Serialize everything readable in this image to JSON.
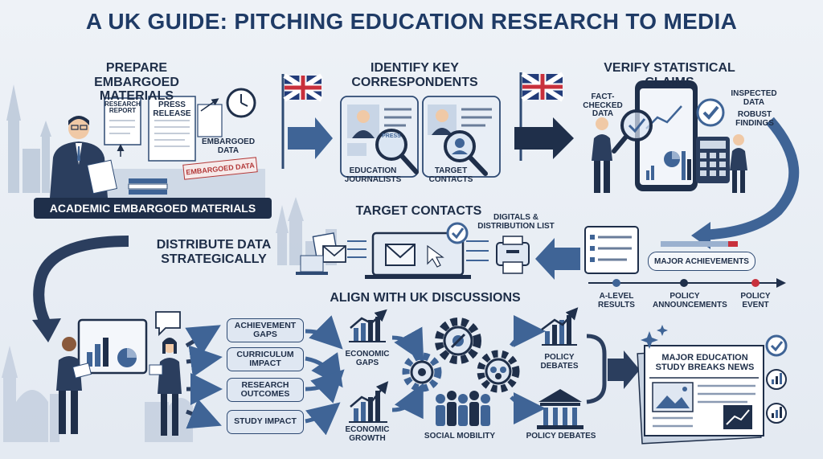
{
  "title": "A UK GUIDE: PITCHING EDUCATION RESEARCH TO MEDIA",
  "steps": {
    "prepare": {
      "heading": "PREPARE EMBARGOED MATERIALS",
      "research_report": "RESEARCH REPORT",
      "press_release": "PRESS RELEASE",
      "embargoed_data": "EMBARGOED DATA",
      "stamp": "EMBARGOED DATA",
      "banner": "ACADEMIC EMBARGOED MATERIALS"
    },
    "identify": {
      "heading": "IDENTIFY KEY CORRESPONDENTS",
      "press_tag": "PRESS",
      "education_journalists": "EDUCATION JOURNALISTS",
      "target_contacts": "TARGET CONTACTS"
    },
    "verify": {
      "heading": "VERIFY STATISTICAL CLAIMS",
      "fact_checked": "FACT-CHECKED DATA",
      "inspected": "INSPECTED DATA",
      "robust": "ROBUST FINDINGS"
    },
    "target": {
      "heading": "TARGET CONTACTS",
      "digitals": "DIGITALS & DISTRIBUTION LIST",
      "achievements": "MAJOR ACHIEVEMENTS",
      "timeline": [
        "A-LEVEL RESULTS",
        "POLICY ANNOUNCEMENTS",
        "POLICY EVENT"
      ]
    },
    "distribute": {
      "heading": "DISTRIBUTE DATA STRATEGICALLY"
    },
    "align": {
      "heading": "ALIGN WITH UK DISCUSSIONS",
      "topics": [
        "ACHIEVEMENT GAPS",
        "CURRICULUM IMPACT",
        "RESEARCH OUTCOMES",
        "STUDY IMPACT"
      ],
      "economic_gaps": "ECONOMIC GAPS",
      "economic_growth": "ECONOMIC GROWTH",
      "social_mobility": "SOCIAL MOBILITY",
      "policy_debates_1": "POLICY DEBATES",
      "policy_debates_2": "POLICY DEBATES",
      "newspaper": "MAJOR EDUCATION STUDY BREAKS NEWS"
    }
  },
  "colors": {
    "navy": "#1f2f4a",
    "arrow_blue": "#3f6496",
    "light_blue": "#dfe7f2",
    "stamp_red": "#b23838",
    "flag_red": "#c8303c",
    "flag_blue": "#223c7a"
  }
}
